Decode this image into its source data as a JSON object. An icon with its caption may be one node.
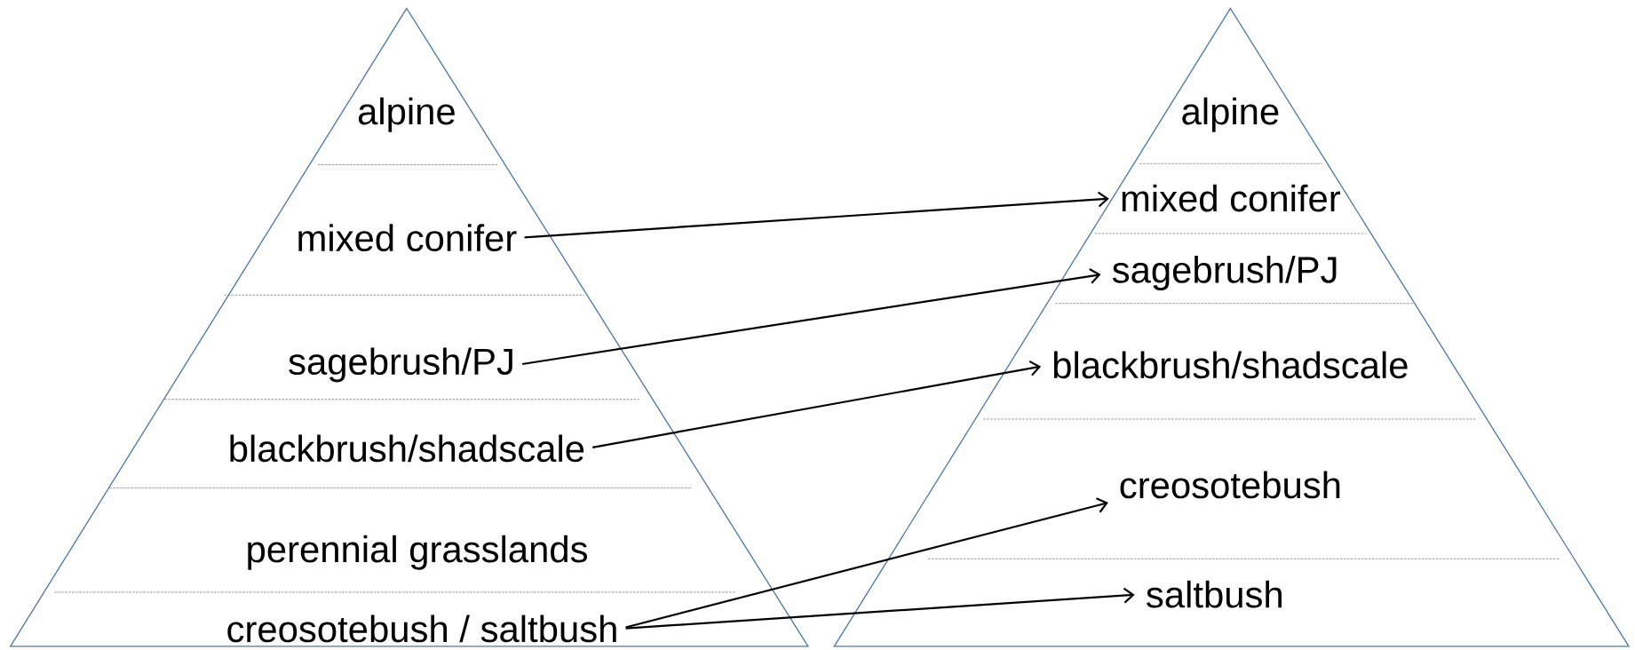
{
  "diagram": {
    "nodes": [
      {
        "text": [],
        "shape": "triangle"
      },
      {
        "text": [
          "alpine"
        ],
        "in": 0
      },
      {
        "text": [
          "mixed conifer"
        ],
        "in": 0
      },
      {
        "text": [
          "sagebrush/PJ"
        ],
        "in": 0
      },
      {
        "text": [
          "blackbrush/shadscale"
        ],
        "in": 0
      },
      {
        "text": [
          "perennial grasslands"
        ],
        "in": 0
      },
      {
        "text": [
          "creosotebush / saltbush"
        ],
        "in": 0
      },
      {
        "text": [],
        "shape": "triangle"
      },
      {
        "text": [
          "alpine"
        ],
        "in": 7
      },
      {
        "text": [
          "mixed conifer"
        ],
        "in": 7
      },
      {
        "text": [
          "sagebrush/PJ"
        ],
        "in": 7
      },
      {
        "text": [
          "blackbrush/shadscale"
        ],
        "in": 7
      },
      {
        "text": [
          "creosotebush"
        ],
        "in": 7
      },
      {
        "text": [
          "saltbush"
        ],
        "in": 7
      }
    ],
    "edges": [
      {
        "from": 2,
        "to": 9,
        "arrow": "to"
      },
      {
        "from": 3,
        "to": 10,
        "arrow": "to"
      },
      {
        "from": 4,
        "to": 11,
        "arrow": "to"
      },
      {
        "from": 6,
        "to": 12,
        "arrow": "to"
      },
      {
        "from": 6,
        "to": 13,
        "arrow": "to"
      }
    ]
  }
}
